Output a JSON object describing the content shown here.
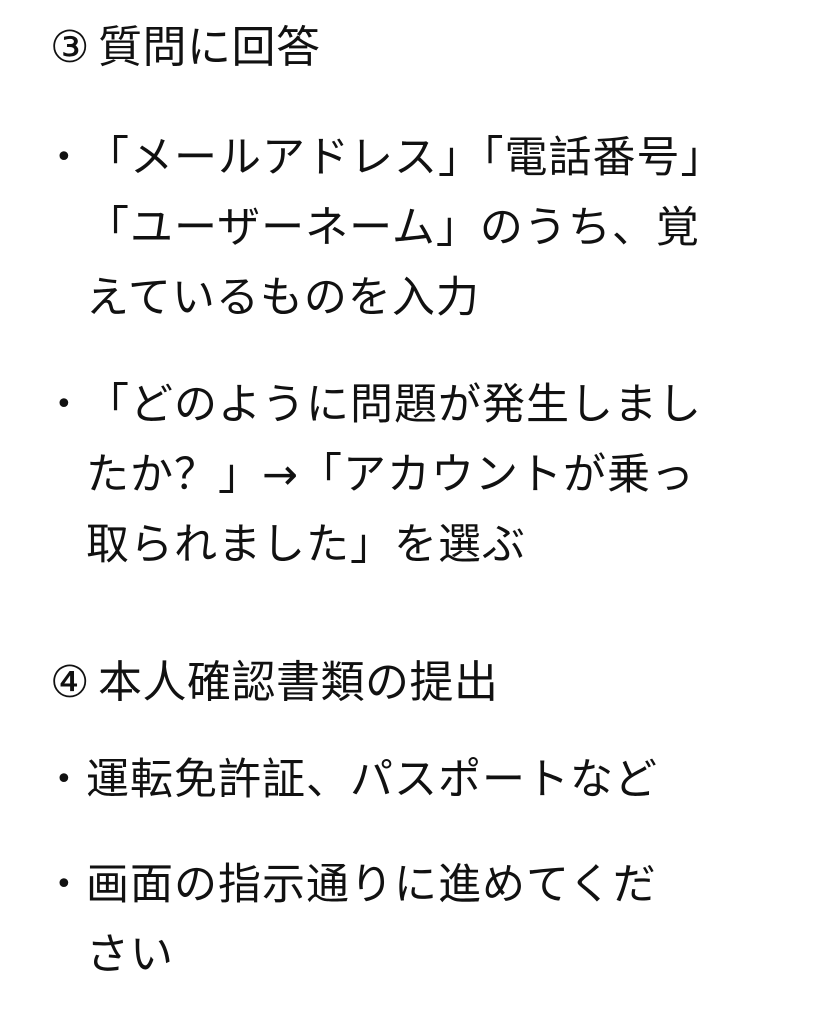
{
  "sections": [
    {
      "number": "③",
      "title": "質問に回答",
      "bullets": [
        {
          "marker": "•",
          "lines": [
            "「メールアドレス」「電話番号」",
            "「ユーザーネーム」のうち、覚",
            "えているものを入力"
          ]
        },
        {
          "marker": "•",
          "lines": [
            "「どのように問題が発生しまし",
            "たか？」→「アカウントが乗っ",
            "取られました」を選ぶ"
          ]
        }
      ]
    },
    {
      "number": "④",
      "title": "本人確認書類の提出",
      "bullets": [
        {
          "marker": "•",
          "lines": [
            "運転免許証、パスポートなど"
          ]
        },
        {
          "marker": "•",
          "lines": [
            "画面の指示通りに進めてくだ",
            "さい"
          ]
        }
      ]
    }
  ]
}
